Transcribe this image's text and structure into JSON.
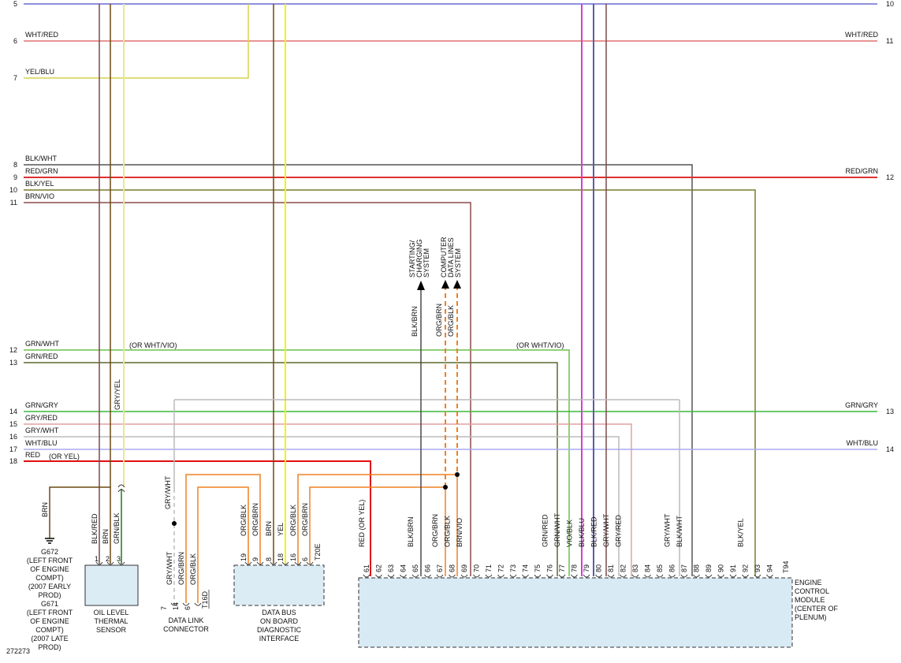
{
  "figure_id": "272273",
  "colors": {
    "WHT/RED": "#e07070",
    "YEL/BLU": "#d8d24a",
    "BLK/WHT": "#555555",
    "RED/GRN": "#e03030",
    "BLK/YEL": "#7a7a2a",
    "BRN/VIO": "#8a4a4a",
    "GRN/WHT": "#6cc04a",
    "GRN/RED": "#5a6a2a",
    "GRN/GRY": "#3cb83c",
    "GRY/RED": "#e0a0a0",
    "GRY/WHT": "#bbbbbb",
    "WHT/BLU": "#a8a8f0",
    "RED": "#e01010",
    "BLK/RED": "#7a4a4a",
    "GRY/YEL": "#e8e890",
    "BRN": "#6a4a10",
    "GRN/BLK": "#1a7a1a",
    "YEL": "#f2f20a",
    "ORG": "#f08020",
    "VIO/BLK": "#d040d0",
    "BLK/BLU": "#5a5ab0",
    "BLK/BRN": "#4a4a4a",
    "module_fill": "#dcecf4",
    "ecm_fill": "#d8eaf4"
  },
  "left_wires": [
    {
      "num": "5",
      "label": ""
    },
    {
      "num": "6",
      "label": "WHT/RED"
    },
    {
      "num": "7",
      "label": "YEL/BLU"
    },
    {
      "num": "8",
      "label": "BLK/WHT"
    },
    {
      "num": "9",
      "label": "RED/GRN"
    },
    {
      "num": "10",
      "label": "BLK/YEL"
    },
    {
      "num": "11",
      "label": "BRN/VIO"
    },
    {
      "num": "12",
      "label": "GRN/WHT"
    },
    {
      "num": "13",
      "label": "GRN/RED"
    },
    {
      "num": "14",
      "label": "GRN/GRY"
    },
    {
      "num": "15",
      "label": "GRY/RED"
    },
    {
      "num": "16",
      "label": "GRY/WHT"
    },
    {
      "num": "17",
      "label": "WHT/BLU"
    },
    {
      "num": "18",
      "label": "RED"
    }
  ],
  "right_wires": [
    {
      "num": "10",
      "label": ""
    },
    {
      "num": "11",
      "label": "WHT/RED"
    },
    {
      "num": "12",
      "label": "RED/GRN"
    },
    {
      "num": "13",
      "label": "GRN/GRY"
    },
    {
      "num": "14",
      "label": "WHT/BLU"
    }
  ],
  "alt_labels": {
    "grn_wht_left": "(OR WHT/VIO)",
    "grn_wht_right": "(OR WHT/VIO)",
    "red_left": "(OR YEL)"
  },
  "vertical_labels": {
    "gry_yel": "GRY/YEL",
    "brn_ground": "BRN",
    "gry_wht_dl": "GRY/WHT",
    "blk_brn_top": "BLK/BRN",
    "org_brn_top": "ORG/BRN",
    "org_blk_top": "ORG/BLK"
  },
  "systems": {
    "starting": [
      "STARTING/",
      "CHARGING",
      "SYSTEM"
    ],
    "datalines": [
      "COMPUTER",
      "DATA LINES",
      "SYSTEM"
    ]
  },
  "ground": {
    "lines": [
      "G672",
      "(LEFT FRONT",
      "OF ENGINE",
      "COMPT)",
      "(2007 EARLY",
      "PROD)",
      "G671",
      "(LEFT FRONT",
      "OF ENGINE",
      "COMPT)",
      "(2007 LATE",
      "PROD)"
    ]
  },
  "oil_sensor": {
    "name_lines": [
      "OIL LEVEL",
      "THERMAL",
      "SENSOR"
    ],
    "pins": [
      "1",
      "2",
      "3"
    ],
    "wires": [
      "BLK/RED",
      "BRN",
      "GRN/BLK"
    ]
  },
  "data_link": {
    "name_lines": [
      "DATA LINK",
      "CONNECTOR"
    ],
    "pins": [
      "7",
      "14",
      "6"
    ],
    "wires": [
      "GRY/WHT",
      "ORG/BRN",
      "ORG/BLK"
    ],
    "conn_id": "T16D"
  },
  "data_bus": {
    "name_lines": [
      "DATA BUS",
      "ON BOARD",
      "DIAGNOSTIC",
      "INTERFACE"
    ],
    "pins": [
      "19",
      "9",
      "8",
      "18",
      "16",
      "6"
    ],
    "wires": [
      "ORG/BLK",
      "ORG/BRN",
      "BRN",
      "YEL",
      "ORG/BLK",
      "ORG/BRN"
    ],
    "conn_id": "T20E"
  },
  "ecm": {
    "name_lines": [
      "ENGINE",
      "CONTROL",
      "MODULE",
      "(CENTER OF",
      "PLENUM)"
    ],
    "pins": [
      "61",
      "62",
      "63",
      "64",
      "65",
      "66",
      "67",
      "68",
      "69",
      "70",
      "71",
      "72",
      "73",
      "74",
      "75",
      "76",
      "77",
      "78",
      "79",
      "80",
      "81",
      "82",
      "83",
      "84",
      "85",
      "86",
      "87",
      "88",
      "89",
      "90",
      "91",
      "92",
      "93",
      "94"
    ],
    "conn_id": "T94",
    "wires": [
      {
        "pin": "61",
        "label": "RED (OR YEL)"
      },
      {
        "pin": "65",
        "label": "BLK/BRN"
      },
      {
        "pin": "67",
        "label": "ORG/BRN"
      },
      {
        "pin": "68",
        "label": "ORG/BLK"
      },
      {
        "pin": "69",
        "label": "BRN/VIO"
      },
      {
        "pin": "76",
        "label": "GRN/RED"
      },
      {
        "pin": "77",
        "label": "GRN/WHT"
      },
      {
        "pin": "78",
        "label": "VIO/BLK"
      },
      {
        "pin": "79",
        "label": "BLK/BLU"
      },
      {
        "pin": "80",
        "label": "BLK/RED"
      },
      {
        "pin": "81",
        "label": "GRY/WHT"
      },
      {
        "pin": "82",
        "label": "GRY/RED"
      },
      {
        "pin": "86",
        "label": "GRY/WHT"
      },
      {
        "pin": "87",
        "label": "BLK/WHT"
      },
      {
        "pin": "92",
        "label": "BLK/YEL"
      }
    ]
  }
}
